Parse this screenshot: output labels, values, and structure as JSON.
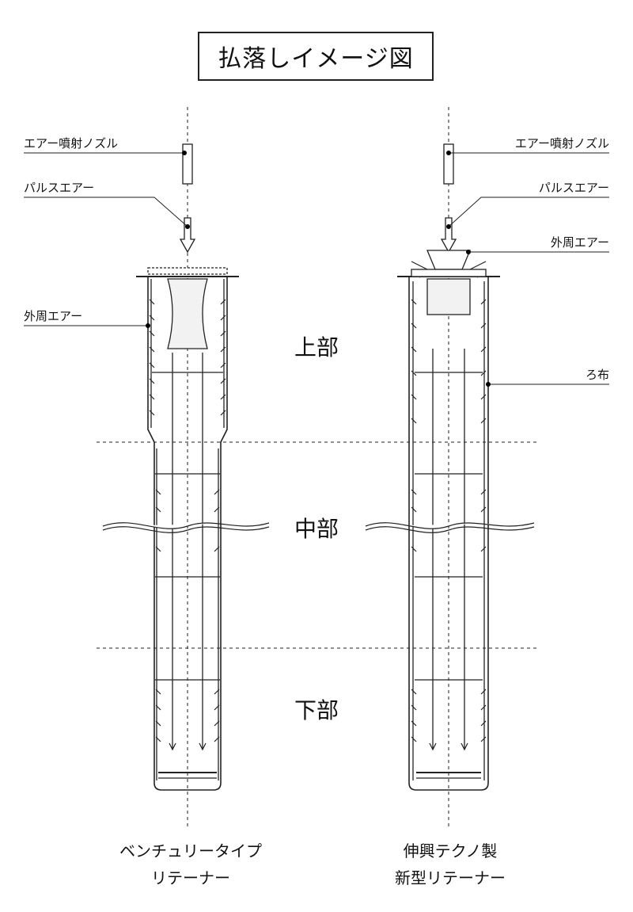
{
  "title": "払落しイメージ図",
  "labels": {
    "left_nozzle": "エアー噴射ノズル",
    "left_pulse": "パルスエアー",
    "left_outer_air": "外周エアー",
    "right_nozzle": "エアー噴射ノズル",
    "right_pulse": "パルスエアー",
    "right_outer_air": "外周エアー",
    "right_cloth": "ろ布"
  },
  "sections": {
    "upper": "上部",
    "middle": "中部",
    "lower": "下部"
  },
  "captions": {
    "left_line1": "ベンチュリータイプ",
    "left_line2": "リテーナー",
    "right_line1": "伸興テクノ製",
    "right_line2": "新型リテーナー"
  }
}
